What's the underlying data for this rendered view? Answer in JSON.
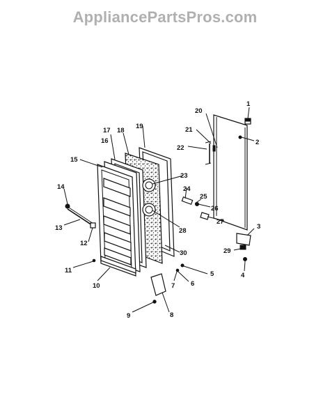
{
  "watermark": "AppliancePartsPros.com",
  "diagram": {
    "part_numbers": [
      "1",
      "2",
      "3",
      "4",
      "5",
      "6",
      "7",
      "8",
      "9",
      "10",
      "11",
      "12",
      "13",
      "14",
      "15",
      "16",
      "17",
      "18",
      "19",
      "20",
      "21",
      "22",
      "23",
      "24",
      "25",
      "26",
      "27",
      "28",
      "29",
      "30"
    ]
  }
}
